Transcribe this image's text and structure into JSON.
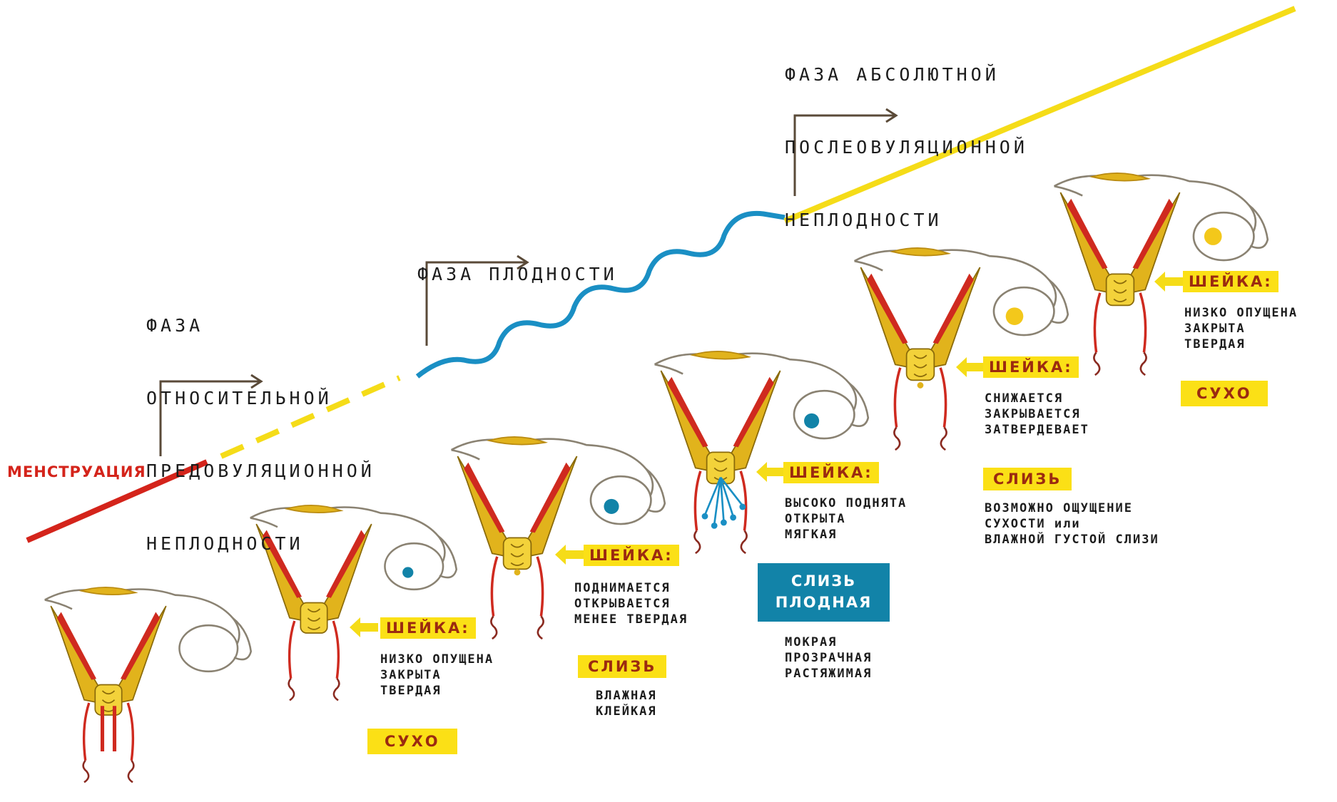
{
  "phases": {
    "pre": [
      "ФАЗА",
      "ОТНОСИТЕЛЬНОЙ",
      "ПРЕДОВУЛЯЦИОННОЙ",
      "НЕПЛОДНОСТИ"
    ],
    "fertile": [
      "ФАЗА ПЛОДНОСТИ"
    ],
    "post": [
      "ФАЗА АБСОЛЮТНОЙ",
      "ПОСЛЕОВУЛЯЦИОННОЙ",
      "НЕПЛОДНОСТИ"
    ]
  },
  "menstruation_label": "МЕНСТРУАЦИЯ",
  "cervix_label": "ШЕЙКА:",
  "colors": {
    "menstruation_line": "#d4241b",
    "infertile_line": "#f5dc18",
    "fertile_line": "#1a8fc4",
    "uterus_wall": "#e1b31c",
    "endometrium": "#cf2a1f",
    "tag_bg": "#fbe016",
    "fertile_tag_bg": "#1283a8"
  },
  "stages": [
    {
      "cervix": [
        "НИЗКО ОПУЩЕНА",
        "ЗАКРЫТА",
        "ТВЕРДАЯ"
      ],
      "tag": "СУХО",
      "mucus_desc": []
    },
    {
      "cervix": [
        "ПОДНИМАЕТСЯ",
        "ОТКРЫВАЕТСЯ",
        "МЕНЕЕ ТВЕРДАЯ"
      ],
      "tag": "СЛИЗЬ",
      "mucus_desc": [
        "ВЛАЖНАЯ",
        "КЛЕЙКАЯ"
      ]
    },
    {
      "cervix": [
        "ВЫСОКО ПОДНЯТА",
        "ОТКРЫТА",
        "МЯГКАЯ"
      ],
      "tag_lines": [
        "СЛИЗЬ",
        "ПЛОДНАЯ"
      ],
      "mucus_desc": [
        "МОКРАЯ",
        "ПРОЗРАЧНАЯ",
        "РАСТЯЖИМАЯ"
      ]
    },
    {
      "cervix": [
        "СНИЖАЕТСЯ",
        "ЗАКРЫВАЕТСЯ",
        "ЗАТВЕРДЕВАЕТ"
      ],
      "tag": "СЛИЗЬ",
      "mucus_desc": [
        "ВОЗМОЖНО ОЩУЩЕНИЕ",
        "СУХОСТИ или",
        "ВЛАЖНОЙ ГУСТОЙ СЛИЗИ"
      ]
    },
    {
      "cervix": [
        "НИЗКО ОПУЩЕНА",
        "ЗАКРЫТА",
        "ТВЕРДАЯ"
      ],
      "tag": "СУХО",
      "mucus_desc": []
    }
  ]
}
